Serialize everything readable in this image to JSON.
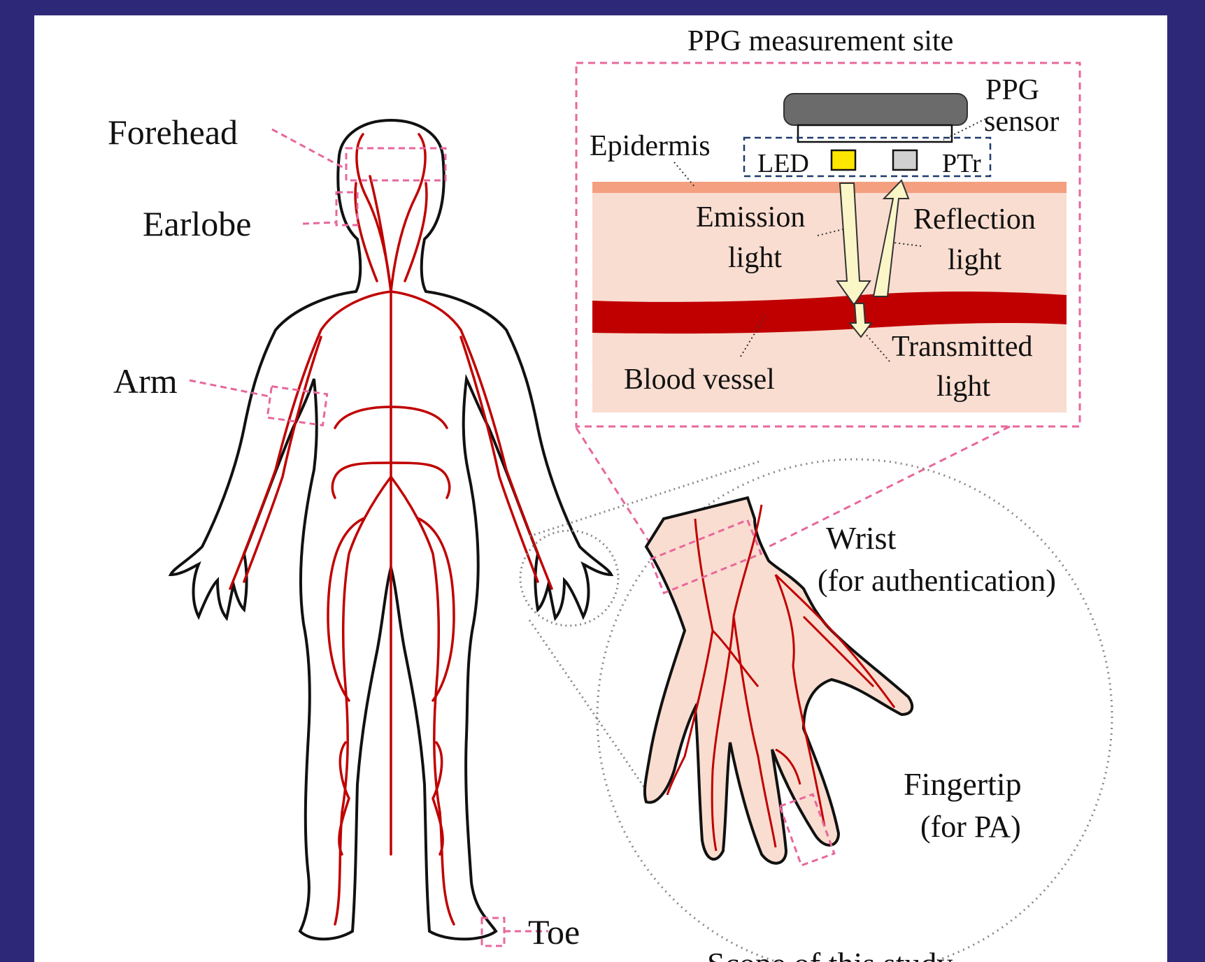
{
  "colors": {
    "frame": "#2e2879",
    "vessel": "#c00000",
    "dashed_box": "#e8679c",
    "skin": "#f9ddd0",
    "epidermis_band": "#f4a080",
    "blood_band": "#c00000",
    "led": "#ffe600",
    "ptr": "#d0d0d0",
    "light_arrow": "#fbf6c8"
  },
  "labels": {
    "forehead": "Forehead",
    "earlobe": "Earlobe",
    "arm": "Arm",
    "toe": "Toe",
    "ppg_site_title": "PPG measurement site",
    "ppg_sensor_line1": "PPG",
    "ppg_sensor_line2": "sensor",
    "epidermis": "Epidermis",
    "led": "LED",
    "ptr": "PTr",
    "emission_line1": "Emission",
    "emission_line2": "light",
    "reflection_line1": "Reflection",
    "reflection_line2": "light",
    "blood_vessel": "Blood vessel",
    "transmitted_line1": "Transmitted",
    "transmitted_line2": "light",
    "wrist": "Wrist",
    "wrist_sub": "(for authentication)",
    "fingertip": "Fingertip",
    "fingertip_sub": "(for PA)",
    "scope": "Scope of this study"
  }
}
